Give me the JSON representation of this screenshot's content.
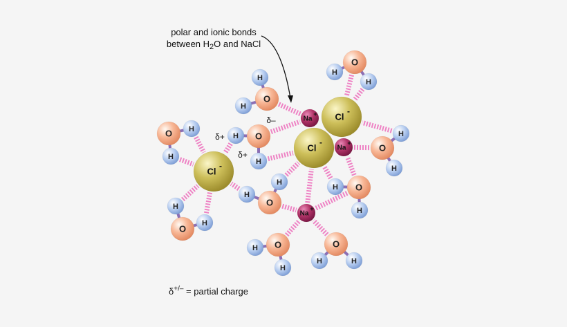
{
  "callout": {
    "line1": "polar and ionic bonds",
    "line2_prefix": "between H",
    "line2_sub": "2",
    "line2_suffix": "O and NaCl"
  },
  "legend": {
    "delta": "δ",
    "superscript": "+/–",
    "text": " = partial charge"
  },
  "labels": {
    "hydrogen": "H",
    "oxygen": "O",
    "chlorine": "Cl",
    "chlorine_charge": "-",
    "sodium": "Na",
    "sodium_charge": "+",
    "delta_minus": "δ–",
    "delta_plus": "δ+"
  },
  "colors": {
    "background": "#f5f5f5",
    "hydrogen": "#a9c2ea",
    "oxygen": "#f4a584",
    "chlorine": "#c4b552",
    "sodium": "#b02f6a",
    "covalent_bond": "#8c6fb5",
    "polar_bond": "#ee82c4",
    "text": "#111111"
  }
}
